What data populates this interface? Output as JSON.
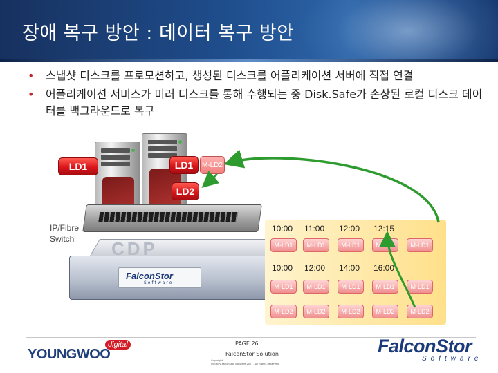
{
  "title": "장애 복구 방안 : 데이터 복구 방안",
  "bullets": [
    "스냅샷 디스크를 프로모션하고, 생성된 디스크를 어플리케이션 서버에 직접 연결",
    "어플리케이션 서비스가 미러 디스크를 통해 수행되는 중 Disk.Safe가 손상된 로컬 디스크 데이터를 백그라운드로 복구"
  ],
  "diagram": {
    "server1_disk": "LD1",
    "server2_disk": "LD1",
    "mirror_disk": "M-LD2",
    "recovered_disk": "LD2",
    "switch_label_1": "IP/Fibre",
    "switch_label_2": "Switch",
    "appliance_text": "CDP",
    "appliance_brand": "FalconStor",
    "appliance_sub": "Software"
  },
  "timeline": {
    "row1_times": [
      "10:00",
      "11:00",
      "12:00",
      "12:15"
    ],
    "row1_disks": [
      "M-LD1",
      "M-LD1",
      "M-LD1",
      "M-LD1",
      "M-LD1"
    ],
    "row2_times": [
      "10:00",
      "12:00",
      "14:00",
      "16:00"
    ],
    "row2_disks": [
      "M-LD1",
      "M-LD1",
      "M-LD1",
      "M-LD1",
      "M-LD1"
    ],
    "row3_disks": [
      "M-LD2",
      "M-LD2",
      "M-LD2",
      "M-LD2",
      "M-LD2"
    ]
  },
  "footer": {
    "page": "PAGE 26",
    "solution": "FalconStor Solution",
    "copyright_1": "Copyright",
    "copyright_2": "Industry-FalconStor Software 2007 - All Rights Reserved",
    "left_logo": "YOUNGWOO",
    "left_logo_badge": "digital",
    "right_logo": "FalconStor",
    "right_logo_sub": "Software"
  },
  "colors": {
    "accent_red": "#d9161b",
    "title_blue": "#1f4d8c",
    "arrow_green": "#2e9b2e",
    "panel_yellow": "#ffe08a"
  }
}
